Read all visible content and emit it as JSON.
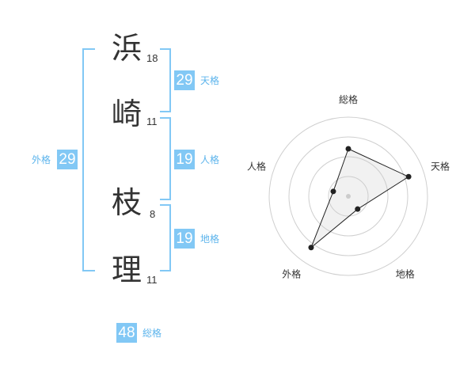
{
  "name_chars": [
    {
      "char": "浜",
      "strokes": "18"
    },
    {
      "char": "崎",
      "strokes": "11"
    },
    {
      "char": "枝",
      "strokes": "8"
    },
    {
      "char": "理",
      "strokes": "11"
    }
  ],
  "fortunes": {
    "tenkaku": {
      "label": "天格",
      "value": "29"
    },
    "jinkaku": {
      "label": "人格",
      "value": "19"
    },
    "chikaku": {
      "label": "地格",
      "value": "19"
    },
    "gaikaku": {
      "label": "外格",
      "value": "29"
    },
    "soukaku": {
      "label": "総格",
      "value": "48"
    }
  },
  "colors": {
    "accent": "#82c8f5",
    "text": "#333333"
  },
  "chart_data": {
    "type": "radar",
    "axes": [
      "総格",
      "天格",
      "地格",
      "外格",
      "人格"
    ],
    "levels": 4,
    "values": [
      3,
      4,
      1,
      4,
      1
    ],
    "max": 5
  }
}
